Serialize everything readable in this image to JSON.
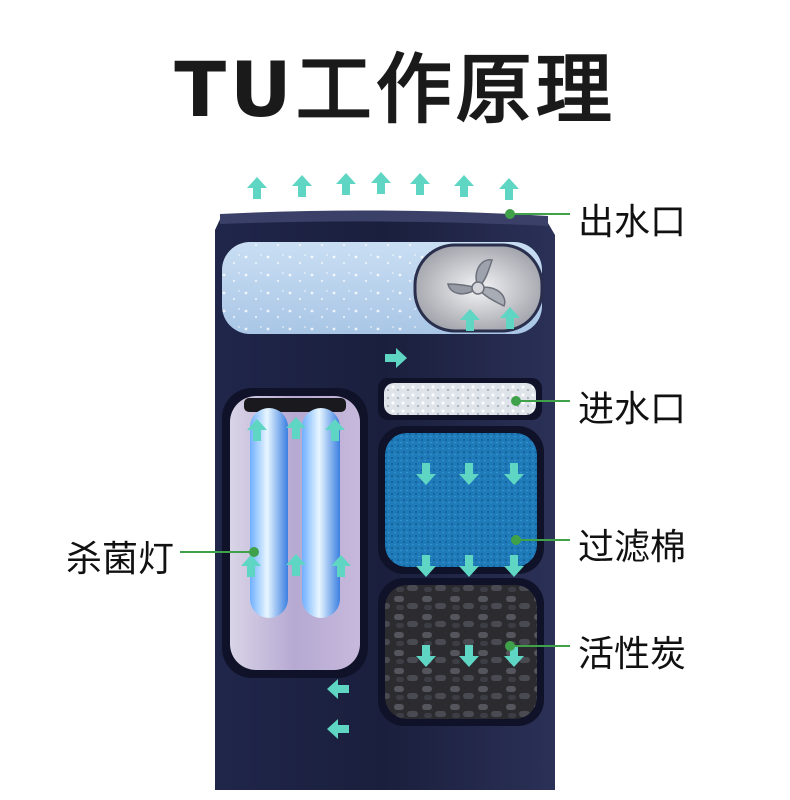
{
  "title": "TU工作原理",
  "labels": {
    "outlet": "出水口",
    "inlet": "进水口",
    "filter_cotton": "过滤棉",
    "activated_carbon": "活性炭",
    "uv_lamp": "杀菌灯"
  },
  "colors": {
    "housing": "#1d2242",
    "arrow": "#5fd6c3",
    "leader": "#3fa14a",
    "sponge": "#1d78b4",
    "uv": "#3f8fe8"
  }
}
